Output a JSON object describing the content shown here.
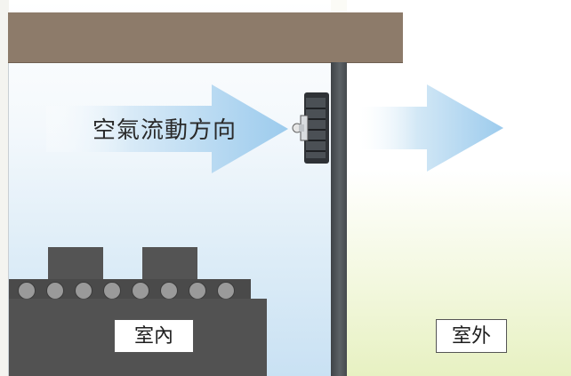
{
  "diagram": {
    "flow_label": "空氣流動方向",
    "inside_label": "室內",
    "outside_label": "室外"
  },
  "colors": {
    "ceiling": "#8d7b6a",
    "wall": "#4f5458",
    "machine": "#525252",
    "arrow_light": "#eef6fc",
    "arrow_dark": "#a7d1ef",
    "indoor_tint": "#c9e1f3",
    "outdoor_tint": "#e7f1c2"
  }
}
